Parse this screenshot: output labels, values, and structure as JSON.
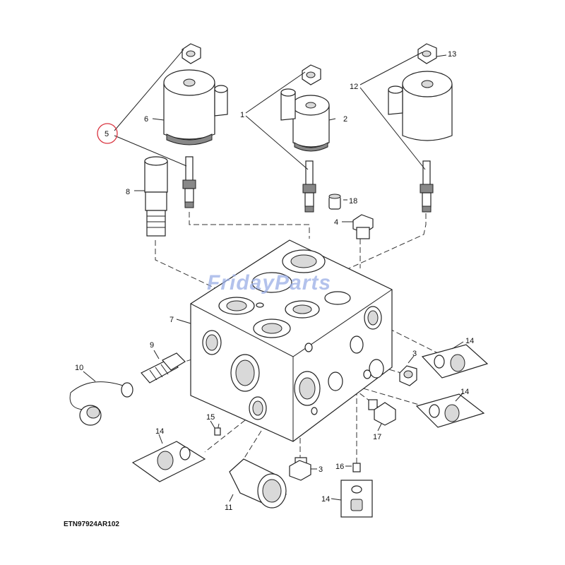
{
  "diagram": {
    "drawing_code": "ETN97924AR102",
    "watermark": {
      "text": "FridayParts",
      "color": "#9aaee6"
    },
    "highlight_color": "#d9333f",
    "callouts": [
      "1",
      "2",
      "3",
      "3",
      "4",
      "5",
      "6",
      "7",
      "8",
      "9",
      "10",
      "11",
      "12",
      "13",
      "14",
      "14",
      "14",
      "14",
      "15",
      "16",
      "17",
      "18"
    ]
  }
}
